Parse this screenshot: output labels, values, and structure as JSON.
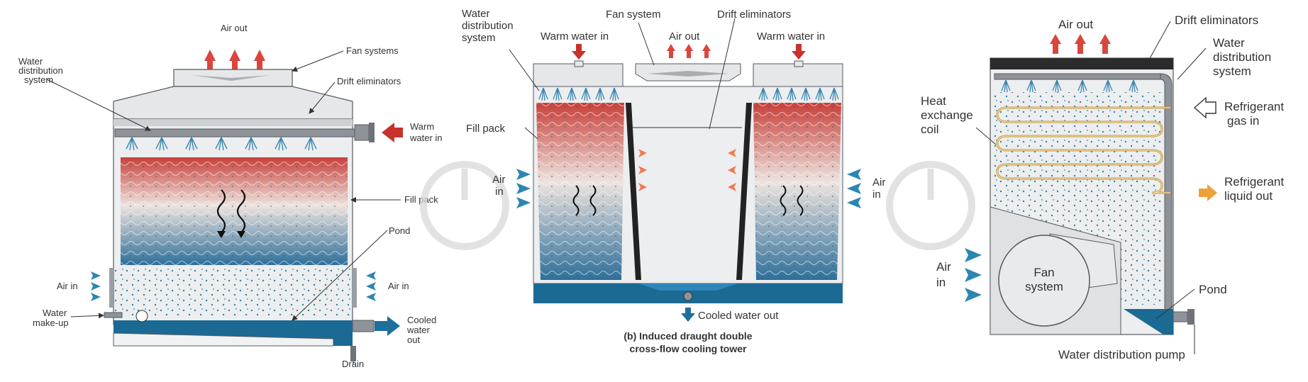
{
  "diagrams": [
    {
      "labels": {
        "air_out": "Air out",
        "fan_systems": "Fan systems",
        "water_distribution_1": "Water",
        "water_distribution_2": "distribution",
        "water_distribution_3": "system",
        "drift_eliminators": "Drift eliminators",
        "warm_water_1": "Warm",
        "warm_water_2": "water in",
        "fill_pack": "Fill pack",
        "pond": "Pond",
        "air_in_left": "Air in",
        "air_in_right": "Air in",
        "makeup_1": "Water",
        "makeup_2": "make-up",
        "cooled_1": "Cooled",
        "cooled_2": "water",
        "cooled_3": "out",
        "drain": "Drain"
      }
    },
    {
      "labels": {
        "water_distribution_1": "Water",
        "water_distribution_2": "distribution",
        "water_distribution_3": "system",
        "fan_system": "Fan system",
        "drift_eliminators": "Drift eliminators",
        "warm_water_left": "Warm water in",
        "warm_water_right": "Warm water in",
        "air_out": "Air out",
        "fill_pack": "Fill pack",
        "air_in_left_1": "Air",
        "air_in_left_2": "in",
        "air_in_right_1": "Air",
        "air_in_right_2": "in",
        "cooled_water_out": "Cooled water out",
        "caption_1": "(b) Induced draught double",
        "caption_2": "cross-flow cooling tower"
      }
    },
    {
      "labels": {
        "air_out": "Air out",
        "drift_eliminators": "Drift eliminators",
        "water_distribution_1": "Water",
        "water_distribution_2": "distribution",
        "water_distribution_3": "system",
        "heat_exchange_1": "Heat",
        "heat_exchange_2": "exchange",
        "heat_exchange_3": "coil",
        "refrigerant_gas_1": "Refrigerant",
        "refrigerant_gas_2": "gas in",
        "refrigerant_liquid_1": "Refrigerant",
        "refrigerant_liquid_2": "liquid out",
        "air_in_1": "Air",
        "air_in_2": "in",
        "fan_system_1": "Fan",
        "fan_system_2": "system",
        "pond": "Pond",
        "water_distribution_pump": "Water distribution pump"
      }
    }
  ],
  "colors": {
    "warm": "#c8322c",
    "cool": "#1f5f8c",
    "arrow_blue": "#2b86b3",
    "arrow_red": "#d9463d",
    "arrow_orange": "#f0a039",
    "casing": "#e6e7e9",
    "outline": "#555a60",
    "pond": "#1a6a93"
  }
}
